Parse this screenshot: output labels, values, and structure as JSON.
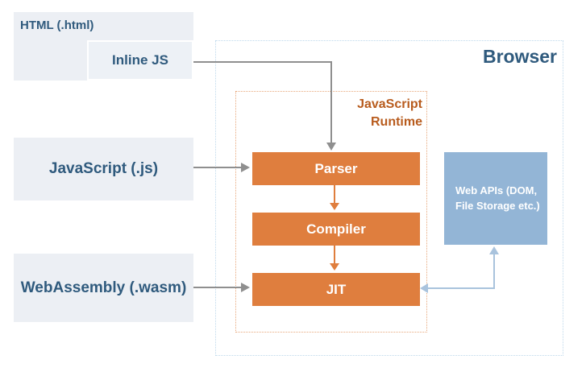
{
  "diagram": {
    "browser_label": "Browser",
    "runtime_label": [
      "JavaScript",
      "Runtime"
    ],
    "sources": {
      "html": "HTML (.html)",
      "inline_js": "Inline JS",
      "javascript": "JavaScript (.js)",
      "webassembly": "WebAssembly (.wasm)"
    },
    "pipeline": [
      "Parser",
      "Compiler",
      "JIT"
    ],
    "web_apis_label": [
      "Web APIs (DOM,",
      "File Storage etc.)"
    ],
    "edges": [
      {
        "from": "Inline JS",
        "to": "Parser",
        "bidirectional": false
      },
      {
        "from": "JavaScript (.js)",
        "to": "Parser",
        "bidirectional": false
      },
      {
        "from": "Parser",
        "to": "Compiler",
        "bidirectional": false
      },
      {
        "from": "Compiler",
        "to": "JIT",
        "bidirectional": false
      },
      {
        "from": "WebAssembly (.wasm)",
        "to": "JIT",
        "bidirectional": false
      },
      {
        "from": "JIT",
        "to": "Web APIs (DOM, File Storage etc.)",
        "bidirectional": true
      }
    ],
    "colors": {
      "accent_orange": "#DF7E3E",
      "runtime_text": "#B85C1E",
      "dark_blue": "#2F5A7D",
      "light_gray_box": "#ECEFF4",
      "inline_box": "#EDF1F6",
      "web_apis_blue": "#93B5D6",
      "arrow_gray": "#8F8F8F",
      "arrow_blue": "#A9C3DD",
      "browser_border": "#BFD9EC",
      "runtime_border": "#E8A87C"
    }
  }
}
